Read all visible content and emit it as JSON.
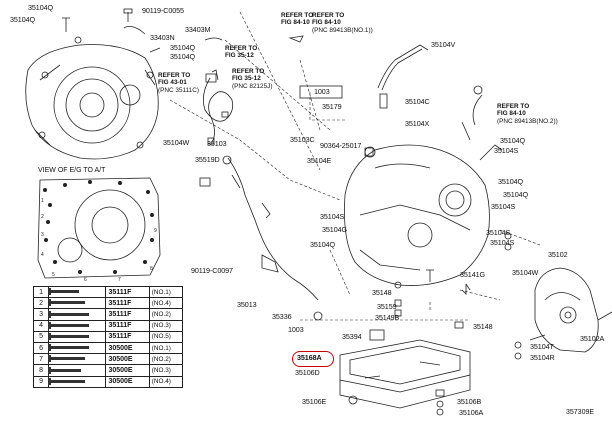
{
  "labels": [
    "35104Q",
    "90119-C0055",
    "33403M",
    "33403N",
    "35104Q",
    "35104Q",
    "35104V",
    "35103",
    "35519D",
    "35104W",
    "35104Q",
    "35179",
    "35103C",
    "90364-25017",
    "35104E",
    "35104C",
    "35104X",
    "35104Q",
    "35104S",
    "35104Q",
    "35104S",
    "35104S",
    "35104G",
    "35104S",
    "35104Q",
    "35141G",
    "35104W",
    "35102",
    "90119-C0097",
    "35148",
    "35013",
    "35336",
    "35159",
    "35149B",
    "35148",
    "35394",
    "35106D",
    "35104T",
    "35104R",
    "35102A",
    "35106E",
    "35106B",
    "35106A",
    "35104Q",
    "35104S"
  ],
  "highlighted_label": "35168A",
  "refs": [
    {
      "line1": "REFER TO",
      "line2": "FIG 84-10"
    },
    {
      "line1": "REFER TO",
      "line2": "FIG 84-10",
      "line3": "(PNC 89413B(NO.1))"
    },
    {
      "line1": "REFER TO",
      "line2": "FIG 35-12"
    },
    {
      "line1": "REFER TO",
      "line2": "FIG 35-12",
      "line3": "(PNC 82125J)"
    },
    {
      "line1": "REFER TO",
      "line2": "FIG 43-01",
      "line3": "(PNC 35111C)"
    },
    {
      "line1": "REFER TO",
      "line2": "FIG 84-10",
      "line3": "(PNC 89413B(NO.2))"
    }
  ],
  "callout_1003": "1003",
  "view_title": "VIEW OF E/G TO A/T",
  "bolt_table": [
    {
      "idx": "1",
      "part": "35111F",
      "note": "(NO.1)"
    },
    {
      "idx": "2",
      "part": "35111F",
      "note": "(NO.4)"
    },
    {
      "idx": "3",
      "part": "35111F",
      "note": "(NO.2)"
    },
    {
      "idx": "4",
      "part": "35111F",
      "note": "(NO.3)"
    },
    {
      "idx": "5",
      "part": "35111F",
      "note": "(NO.5)"
    },
    {
      "idx": "6",
      "part": "30500E",
      "note": "(NO.1)"
    },
    {
      "idx": "7",
      "part": "30500E",
      "note": "(NO.2)"
    },
    {
      "idx": "8",
      "part": "30500E",
      "note": "(NO.3)"
    },
    {
      "idx": "9",
      "part": "30500E",
      "note": "(NO.4)"
    }
  ],
  "figure_code": "357309E"
}
